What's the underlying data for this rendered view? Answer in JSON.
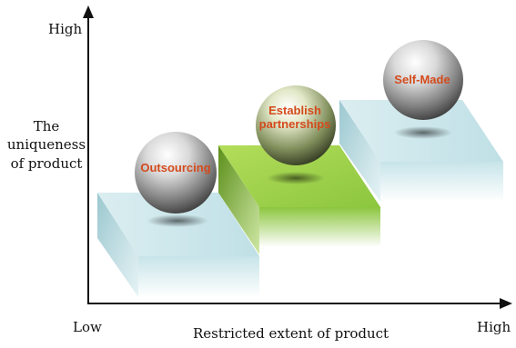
{
  "axes": {
    "y_high_label": "High",
    "y_title": "The uniqueness of product",
    "x_low_label": "Low",
    "x_title": "Restricted extent of product",
    "x_high_label": "High"
  },
  "steps": [
    {
      "label": "Outsourcing",
      "color": "#cfe6ea"
    },
    {
      "label": "Establish partnerships",
      "color": "#8cc63f"
    },
    {
      "label": "Self-Made",
      "color": "#cfe6ea"
    }
  ],
  "colors": {
    "label_text": "#d44a1c",
    "axis": "#111111",
    "sphere": "#8a8a8a"
  }
}
